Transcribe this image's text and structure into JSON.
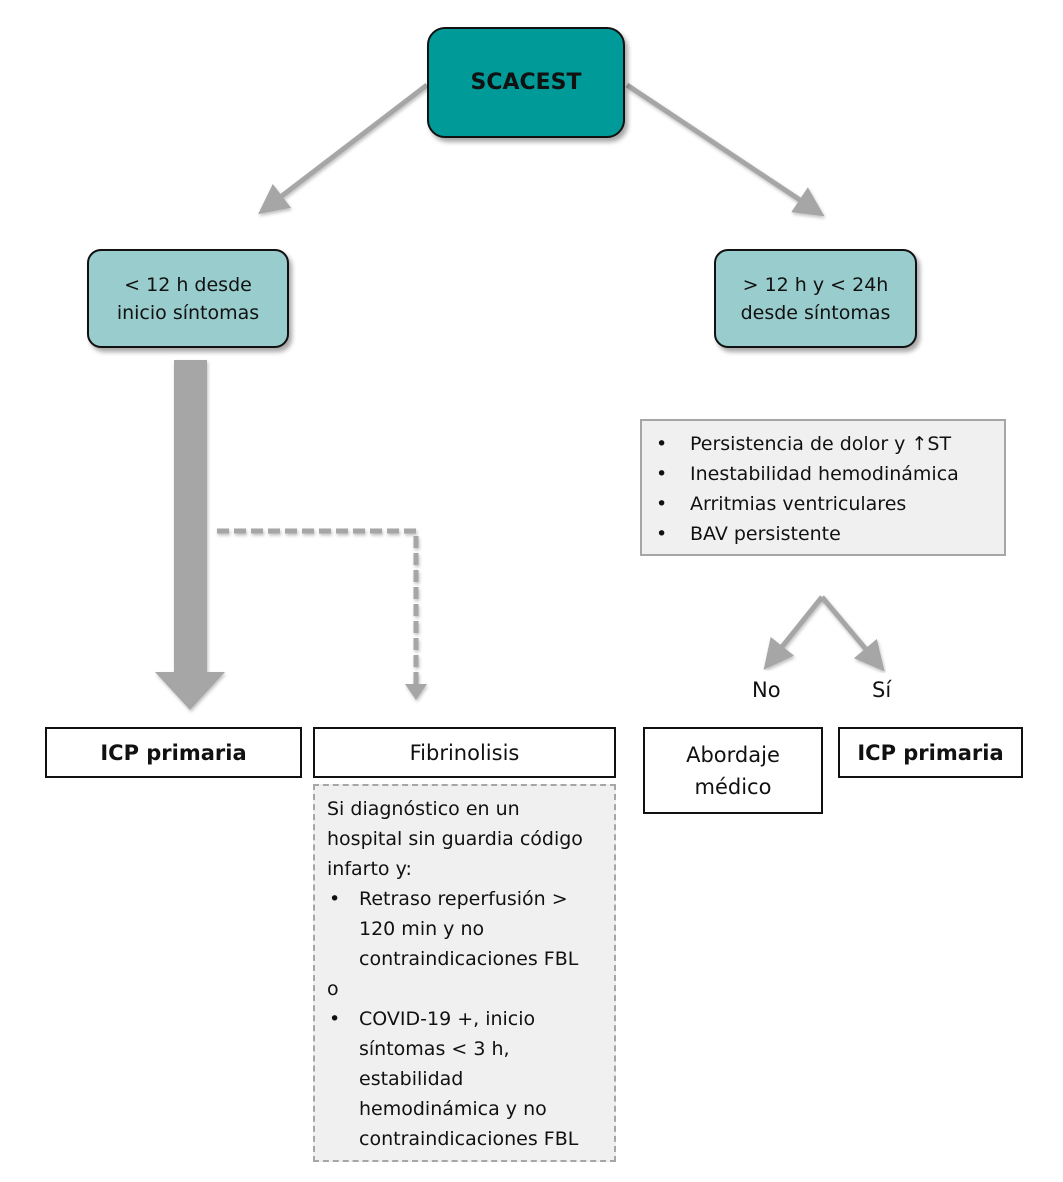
{
  "root": {
    "label": "SCACEST",
    "color": "#009a99"
  },
  "branches": {
    "left": {
      "line1": "< 12 h desde",
      "line2": "inicio síntomas",
      "color": "#99cccc"
    },
    "right": {
      "line1": "> 12 h y < 24h",
      "line2": "desde síntomas",
      "color": "#99cccc"
    }
  },
  "criteria": {
    "bullet": "•",
    "items": [
      "Persistencia de dolor y ↑ST",
      "Inestabilidad hemodinámica",
      "Arritmias ventriculares",
      "BAV persistente"
    ]
  },
  "decision": {
    "no": "No",
    "yes": "Sí"
  },
  "outcomes": {
    "icp_left": "ICP primaria",
    "fibrinolisis": "Fibrinolisis",
    "abordaje_line1": "Abordaje",
    "abordaje_line2": "médico",
    "icp_right": "ICP primaria"
  },
  "fibrinolisis_conditions": {
    "intro_lines": [
      "Si diagnóstico en un",
      "hospital sin guardia código",
      "infarto y:"
    ],
    "bullet": "•",
    "condition1_lines": [
      "Retraso reperfusión >",
      "120 min y no",
      "contraindicaciones FBL"
    ],
    "connector": "o",
    "condition2_lines": [
      "COVID-19 +, inicio",
      "síntomas < 3 h,",
      "estabilidad",
      "hemodinámica y no",
      "contraindicaciones FBL"
    ]
  },
  "arrow_color": "#a6a6a6"
}
